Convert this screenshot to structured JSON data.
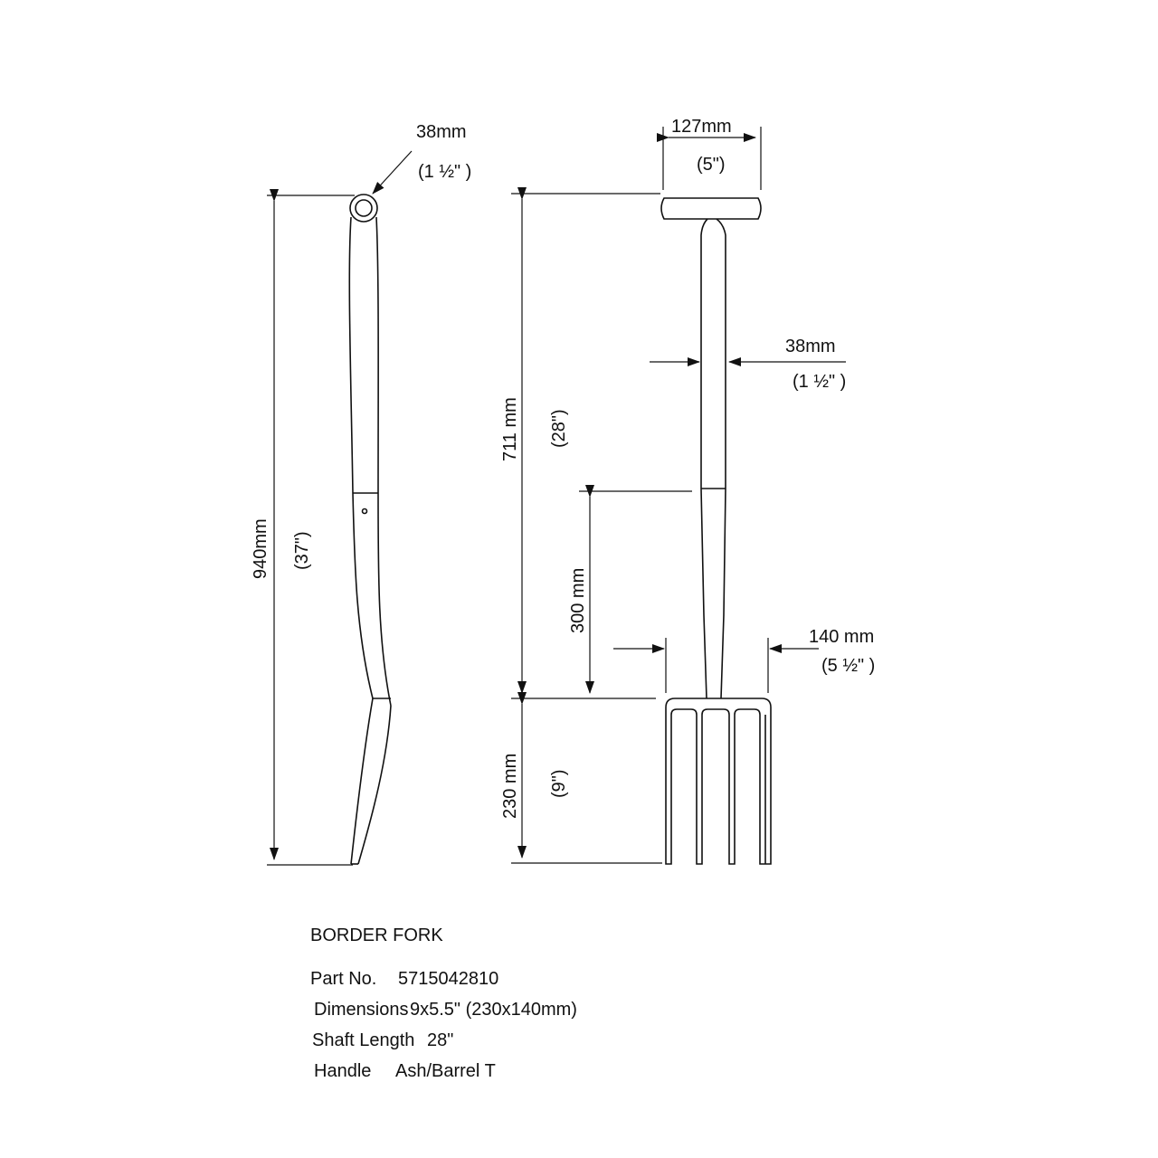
{
  "colors": {
    "line": "#111111",
    "background": "#ffffff"
  },
  "dimensions": {
    "handle_dia_mm": "38mm",
    "handle_dia_in": "(1 ½\" )",
    "overall_mm": "940mm",
    "overall_in": "(37\")",
    "grip_width_mm": "127mm",
    "grip_width_in": "(5\")",
    "shaft_length_mm": "711 mm",
    "shaft_length_in": "(28\")",
    "shaft_dia_mm": "38mm",
    "shaft_dia_in": "(1 ½\" )",
    "socket_mm": "300 mm",
    "head_width_mm": "140 mm",
    "head_width_in": "(5 ½\" )",
    "tine_length_mm": "230 mm",
    "tine_length_in": "(9\")"
  },
  "product": {
    "name": "BORDER FORK",
    "part_no_label": "Part No.",
    "part_no_value": "5715042810",
    "dimensions_label": "Dimensions",
    "dimensions_value": "9x5.5\" (230x140mm)",
    "shaft_label": "Shaft Length",
    "shaft_value": "28\"",
    "handle_label": "Handle",
    "handle_value": "Ash/Barrel T"
  }
}
